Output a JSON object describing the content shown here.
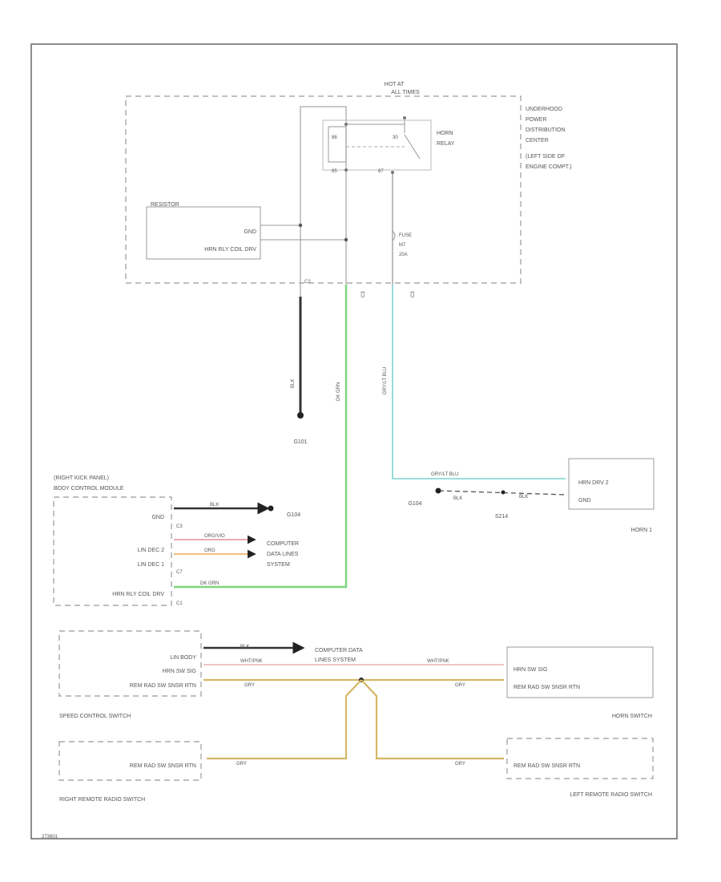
{
  "pdc": {
    "hot_at": [
      "HOT AT",
      "ALL TIMES"
    ],
    "name": [
      "UNDERHOOD",
      "POWER",
      "DISTRIBUTION",
      "CENTER",
      "(LEFT SIDE OF",
      "ENGINE COMPT.)"
    ],
    "relay_label": [
      "HORN",
      "RELAY"
    ],
    "pin_30": "30",
    "pin_85": "85",
    "pin_86": "86",
    "pin_87": "87",
    "fuse_label": [
      "FUSE",
      "M7",
      "20A"
    ],
    "resistor_title": "RESISTOR",
    "pin_gnd": "GND",
    "pin_hrn_rly": "HRN RLY COIL DRV",
    "conn_c2": "C2",
    "conn_c3": "C3"
  },
  "ground_left": "G101",
  "wires": {
    "blk": "BLK",
    "dk_grn": "DK GRN",
    "gry_lt_blu": "GRY/LT BLU",
    "org_vio": "ORG/VIO",
    "org": "ORG",
    "wht_pnk": "WHT/PNK",
    "gry": "GRY"
  },
  "bcm": {
    "title": [
      "(RIGHT KICK PANEL)",
      "BODY CONTROL MODULE"
    ],
    "gnd": "GND",
    "lin2": "LIN DEC 2",
    "lin1": "LIN DEC 1",
    "hrn_rly": "HRN RLY COIL DRV",
    "c3": "C3",
    "c7": "C7",
    "c1": "C1",
    "ground": "G104",
    "data_lines": [
      "COMPUTER",
      "DATA LINES",
      "SYSTEM"
    ]
  },
  "horn": {
    "pin_drv": "HRN DRV 2",
    "pin_gnd": "GND",
    "label": "HORN 1",
    "ground_left": "G104",
    "splice": "S214"
  },
  "speed_switch": {
    "lin": "LIN BODY",
    "hrn_sig": "HRN SW SIG",
    "rtn": "REM RAD SW SNSR RTN",
    "label": "SPEED CONTROL SWITCH",
    "data_lines": [
      "COMPUTER DATA",
      "LINES SYSTEM"
    ]
  },
  "horn_switch": {
    "hrn_sig": "HRN SW SIG",
    "rtn": "REM RAD SW SNSR RTN",
    "label": "HORN SWITCH"
  },
  "right_remote": {
    "rtn": "REM RAD SW SNSR RTN",
    "label": "RIGHT REMOTE RADIO SWITCH"
  },
  "left_remote": {
    "rtn": "REM RAD SW SNSR RTN",
    "label": "LEFT REMOTE RADIO SWITCH"
  },
  "footer": "273601",
  "colors": {
    "green": "#7fd67f",
    "cyan": "#8fd8d8",
    "gold": "#d4b665",
    "pink": "#e7a1a1",
    "orange": "#f0b36a"
  }
}
